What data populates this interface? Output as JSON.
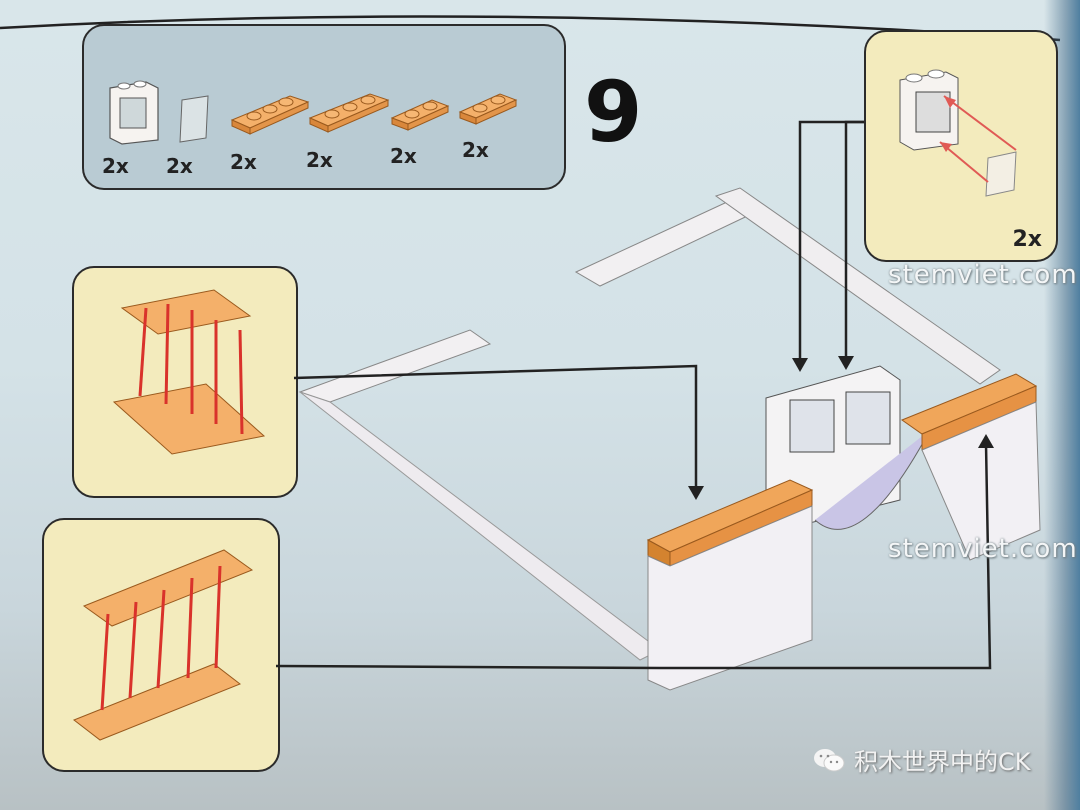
{
  "step": {
    "number": "9"
  },
  "parts_list": {
    "items": [
      {
        "name": "white 1x2x2 window frame",
        "qty": "2x",
        "color": "#f4f1ee"
      },
      {
        "name": "transparent window pane",
        "qty": "2x",
        "color": "#cfd9dc"
      },
      {
        "name": "orange 1x3 plate",
        "qty": "2x",
        "color": "#f0a65a"
      },
      {
        "name": "orange 1x3 plate",
        "qty": "2x",
        "color": "#f0a65a"
      },
      {
        "name": "orange 1x2 plate",
        "qty": "2x",
        "color": "#f0a65a"
      },
      {
        "name": "orange 1x2 plate",
        "qty": "2x",
        "color": "#f0a65a"
      }
    ]
  },
  "callouts": {
    "window_subassembly": {
      "qty": "2x"
    },
    "plate_row_upper": {
      "description": "orange plates pressed onto lower orange plates"
    },
    "plate_row_lower": {
      "description": "orange plates pressed onto lower orange plates"
    }
  },
  "watermarks": {
    "site_1": "stemviet.com",
    "site_2": "stemviet.com",
    "wechat_label": "积木世界中的CK"
  },
  "colors": {
    "background": "#d6e3e8",
    "parts_panel": "#b9cbd3",
    "callout": "#f3ebbd",
    "orange": "#f0a65a",
    "arrow_red": "#d9322b"
  }
}
